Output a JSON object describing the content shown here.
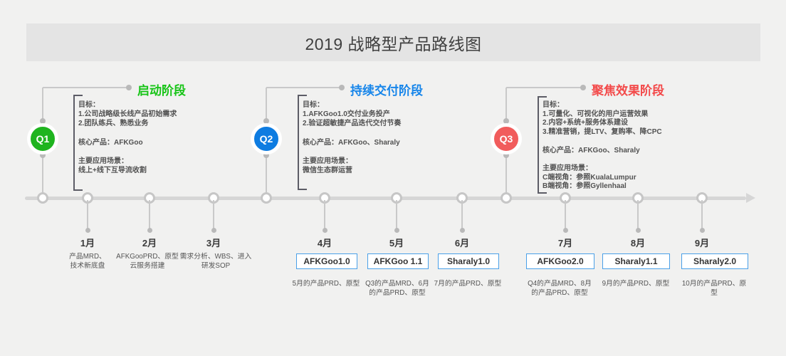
{
  "title": "2019 战略型产品路线图",
  "phases": [
    {
      "id": "Q1",
      "name": "启动阶段",
      "badge_color": "#1fb41f",
      "title_color": "#17c417",
      "details": "目标：\n1.公司战略级长线产品初始需求\n2.团队练兵、熟悉业务\n\n核心产品：AFKGoo\n\n主要应用场景：\n线上+线下互导流收割"
    },
    {
      "id": "Q2",
      "name": "持续交付阶段",
      "badge_color": "#0e7ce1",
      "title_color": "#1685ea",
      "details": "目标：\n1.AFKGoo1.0交付业务投产\n2.验证超敏捷产品迭代交付节奏\n\n核心产品：AFKGoo、Sharaly\n\n主要应用场景：\n微信生态群运营"
    },
    {
      "id": "Q3",
      "name": "聚焦效果阶段",
      "badge_color": "#f15c5c",
      "title_color": "#f34949",
      "details": "目标：\n1.可量化、可视化的用户运营效果\n2.内容+系统+服务体系建设\n3.精准营销，提LTV、复购率、降CPC\n\n核心产品：AFKGoo、Sharaly\n\n主要应用场景：\nC端视角：参照KualaLumpur\nB端视角：参照Gyllenhaal"
    }
  ],
  "months": [
    {
      "label": "1月",
      "desc": "产品MRD、\n技术新底盘"
    },
    {
      "label": "2月",
      "desc": "AFKGooPRD、原型\n云服务搭建"
    },
    {
      "label": "3月",
      "desc": "需求分析、WBS、进入\n研发SOP"
    },
    {
      "label": "4月",
      "product": "AFKGoo1.0",
      "desc": "5月的产品PRD、原型"
    },
    {
      "label": "5月",
      "product": "AFKGoo 1.1",
      "desc": "Q3的产品MRD、6月\n的产品PRD、原型"
    },
    {
      "label": "6月",
      "product": "Sharaly1.0",
      "desc": "7月的产品PRD、原型"
    },
    {
      "label": "7月",
      "product": "AFKGoo2.0",
      "desc": "Q4的产品MRD、8月\n的产品PRD、原型"
    },
    {
      "label": "8月",
      "product": "Sharaly1.1",
      "desc": "9月的产品PRD、原型"
    },
    {
      "label": "9月",
      "product": "Sharaly2.0",
      "desc": "10月的产品PRD、原\n型"
    }
  ],
  "colors": {
    "accent_blue": "#4aa0e8",
    "timeline_gray": "#d6d6d6"
  }
}
